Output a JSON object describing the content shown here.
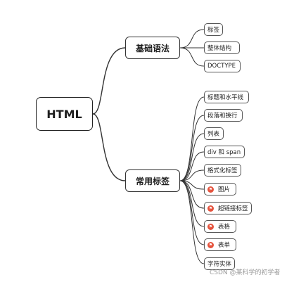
{
  "root": {
    "label": "HTML"
  },
  "branches": [
    {
      "label": "基础语法",
      "children": [
        {
          "label": "标签",
          "flag": false
        },
        {
          "label": "整体结构",
          "flag": false
        },
        {
          "label": "DOCTYPE",
          "flag": false
        }
      ]
    },
    {
      "label": "常用标签",
      "children": [
        {
          "label": "标题和水平线",
          "flag": false
        },
        {
          "label": "段落和换行",
          "flag": false
        },
        {
          "label": "列表",
          "flag": false
        },
        {
          "label": "div 和 span",
          "flag": false
        },
        {
          "label": "格式化标签",
          "flag": false
        },
        {
          "label": "图片",
          "flag": true
        },
        {
          "label": "超链接标签",
          "flag": true
        },
        {
          "label": "表格",
          "flag": true
        },
        {
          "label": "表单",
          "flag": true
        },
        {
          "label": "字符实体",
          "flag": false
        }
      ]
    }
  ],
  "flag_icon": "flag-icon",
  "colors": {
    "line": "#333333",
    "flag": "#e5533d"
  },
  "watermark": "CSDN @某科学的初学者"
}
